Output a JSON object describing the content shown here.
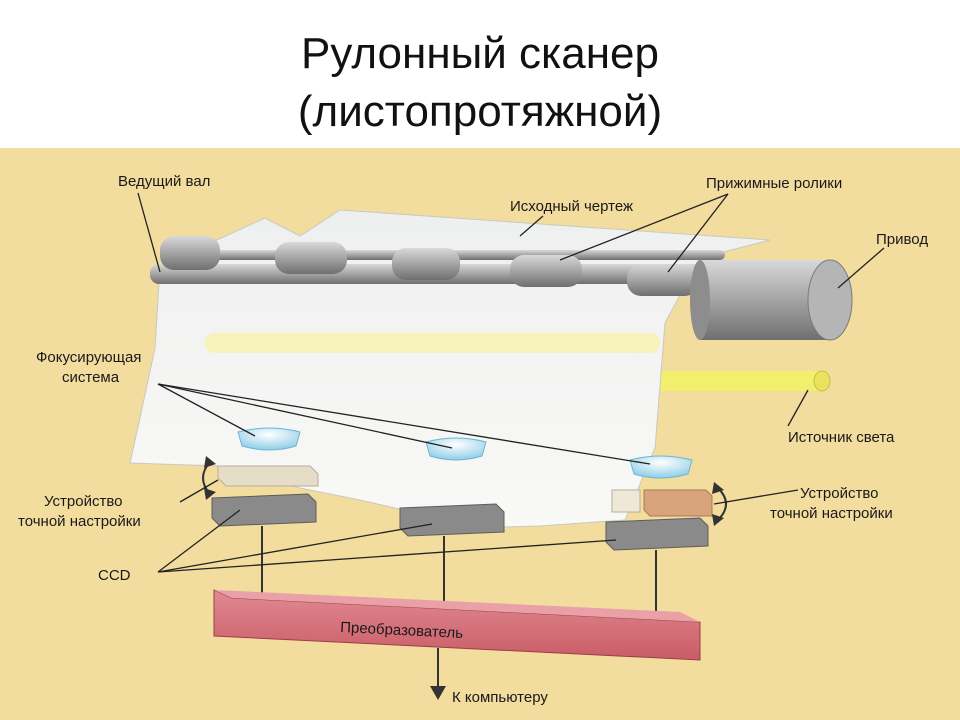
{
  "title": {
    "line1": "Рулонный сканер",
    "line2": "(листопротяжной)"
  },
  "labels": {
    "drive_shaft": "Ведущий вал",
    "source_drawing": "Исходный чертеж",
    "pressure_rollers": "Прижимные ролики",
    "drive": "Привод",
    "focusing_system_1": "Фокусирующая",
    "focusing_system_2": "система",
    "light_source": "Источник света",
    "fine_adjust_left_1": "Устройство",
    "fine_adjust_left_2": "точной настройки",
    "fine_adjust_right_1": "Устройство",
    "fine_adjust_right_2": "точной настройки",
    "ccd": "CCD",
    "converter": "Преобразователь",
    "to_computer": "К компьютеру"
  },
  "colors": {
    "background": "#f2dc9e",
    "paper": "#f7f8f6",
    "roller": "#a7a7a7",
    "lamp": "#f3ef86",
    "lens": "#bde3f3",
    "ccd": "#8c8c8c",
    "adjuster": "#e0d7c5",
    "converter": "#d9707a"
  }
}
